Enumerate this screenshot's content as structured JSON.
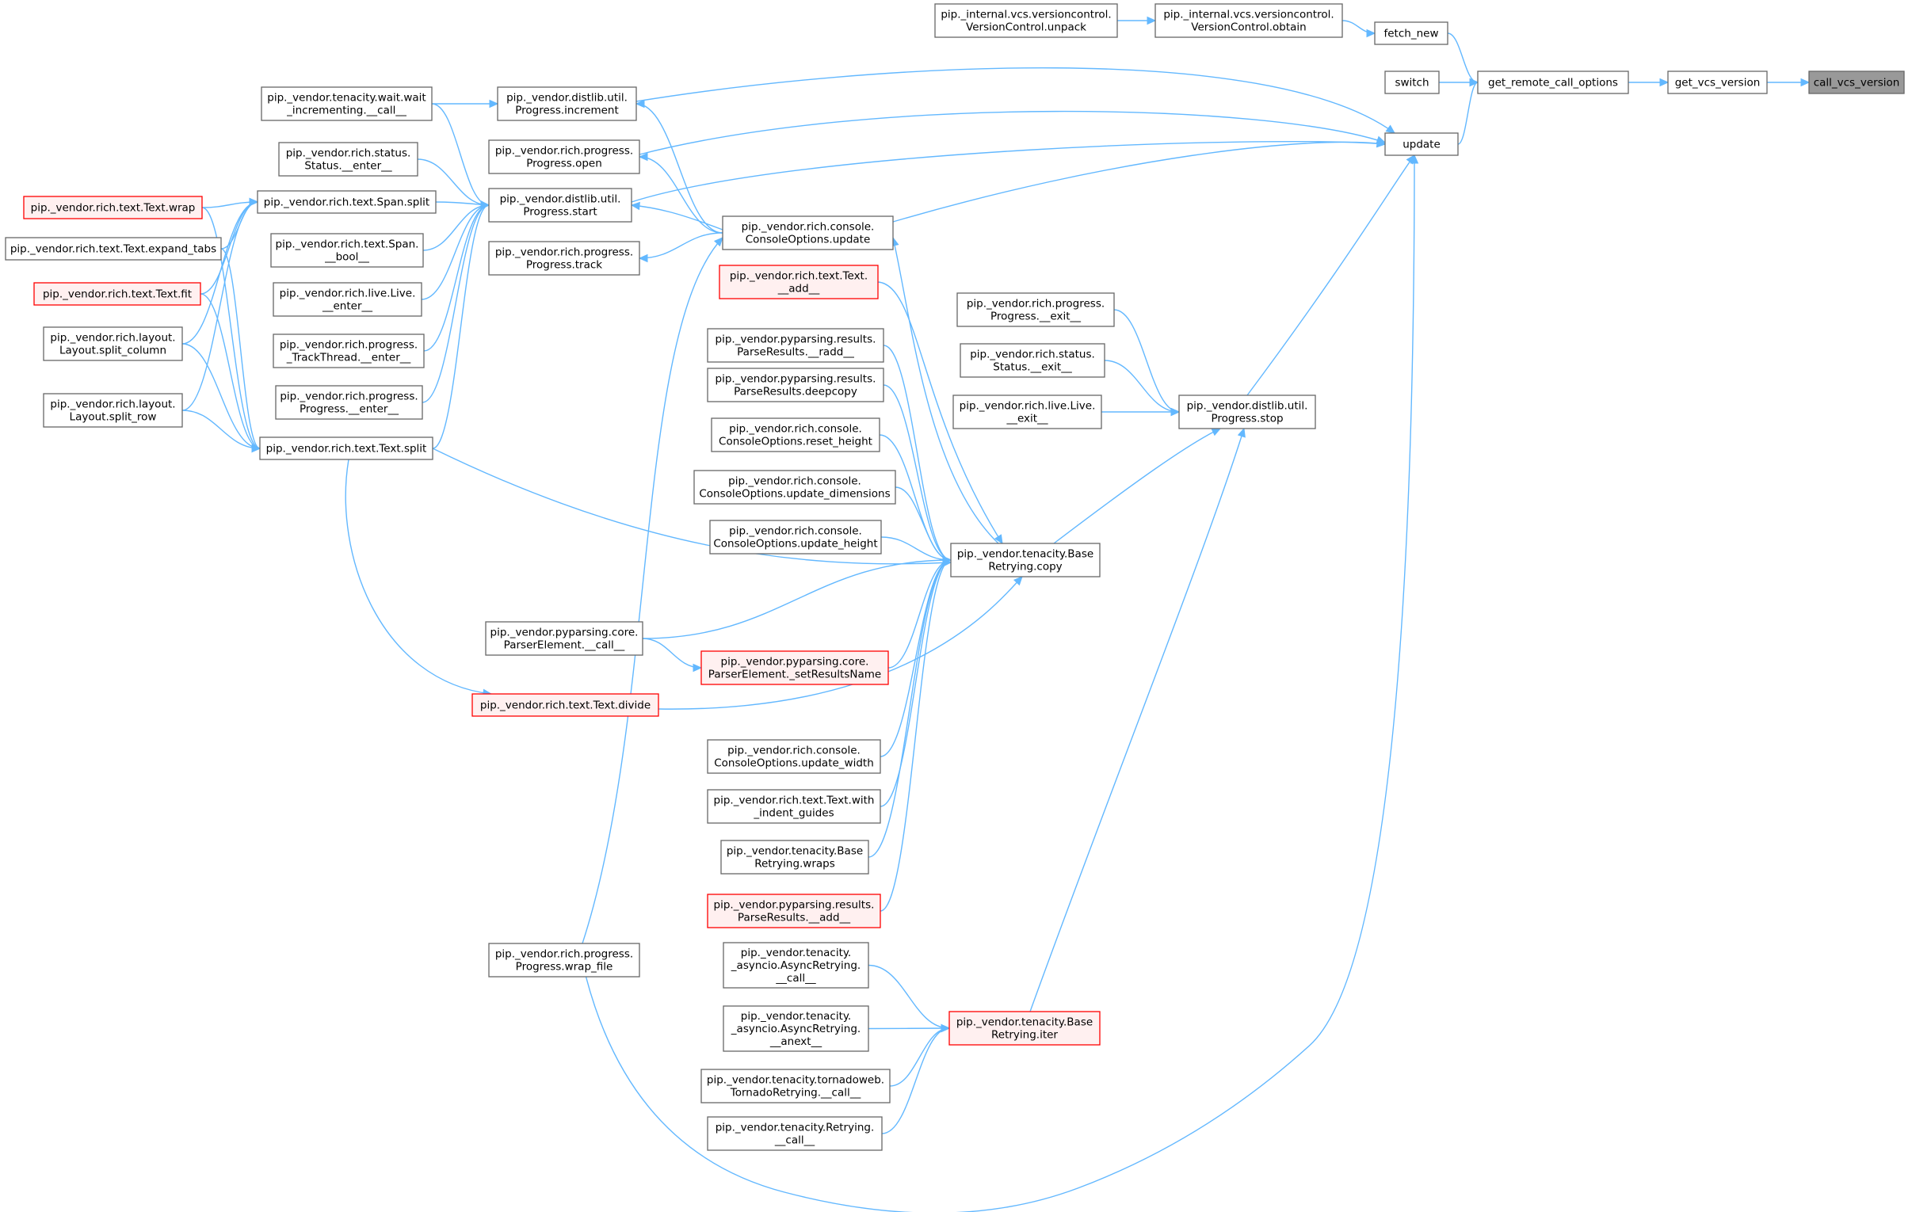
{
  "graph": {
    "colors": {
      "node_fill": "#ffffff",
      "node_border": "#666666",
      "truncated_fill": "#fff0f0",
      "truncated_border": "#ff0000",
      "root_fill": "#999999",
      "root_border": "#666666",
      "edge": "#63b8ff"
    },
    "nodes": [
      {
        "id": "call_vcs_version",
        "lines": [
          "call_vcs_version"
        ],
        "style": "root"
      },
      {
        "id": "get_vcs_version",
        "lines": [
          "get_vcs_version"
        ]
      },
      {
        "id": "get_remote_call_options",
        "lines": [
          "get_remote_call_options"
        ]
      },
      {
        "id": "fetch_new",
        "lines": [
          "fetch_new"
        ]
      },
      {
        "id": "switch",
        "lines": [
          "switch"
        ]
      },
      {
        "id": "update",
        "lines": [
          "update"
        ]
      },
      {
        "id": "vc_obtain",
        "lines": [
          "pip._internal.vcs.versioncontrol.",
          "VersionControl.obtain"
        ]
      },
      {
        "id": "vc_unpack",
        "lines": [
          "pip._internal.vcs.versioncontrol.",
          "VersionControl.unpack"
        ]
      },
      {
        "id": "dl_increment",
        "lines": [
          "pip._vendor.distlib.util.",
          "Progress.increment"
        ]
      },
      {
        "id": "ten_wait",
        "lines": [
          "pip._vendor.tenacity.wait.wait",
          "_incrementing.__call__"
        ]
      },
      {
        "id": "rp_open",
        "lines": [
          "pip._vendor.rich.progress.",
          "Progress.open"
        ]
      },
      {
        "id": "rs_enter",
        "lines": [
          "pip._vendor.rich.status.",
          "Status.__enter__"
        ]
      },
      {
        "id": "dl_start",
        "lines": [
          "pip._vendor.distlib.util.",
          "Progress.start"
        ]
      },
      {
        "id": "span_split",
        "lines": [
          "pip._vendor.rich.text.Span.split"
        ]
      },
      {
        "id": "text_wrap",
        "lines": [
          "pip._vendor.rich.text.Text.wrap"
        ],
        "style": "truncated"
      },
      {
        "id": "expand_tabs",
        "lines": [
          "pip._vendor.rich.text.Text.expand_tabs"
        ]
      },
      {
        "id": "text_fit",
        "lines": [
          "pip._vendor.rich.text.Text.fit"
        ],
        "style": "truncated"
      },
      {
        "id": "span_bool",
        "lines": [
          "pip._vendor.rich.text.Span.",
          "__bool__"
        ]
      },
      {
        "id": "rp_track",
        "lines": [
          "pip._vendor.rich.progress.",
          "Progress.track"
        ]
      },
      {
        "id": "cons_update",
        "lines": [
          "pip._vendor.rich.console.",
          "ConsoleOptions.update"
        ]
      },
      {
        "id": "text_add",
        "lines": [
          "pip._vendor.rich.text.Text.",
          "__add__"
        ],
        "style": "truncated"
      },
      {
        "id": "live_enter",
        "lines": [
          "pip._vendor.rich.live.Live.",
          "__enter__"
        ]
      },
      {
        "id": "split_column",
        "lines": [
          "pip._vendor.rich.layout.",
          "Layout.split_column"
        ]
      },
      {
        "id": "track_enter",
        "lines": [
          "pip._vendor.rich.progress.",
          "_TrackThread.__enter__"
        ]
      },
      {
        "id": "pr_radd",
        "lines": [
          "pip._vendor.pyparsing.results.",
          "ParseResults.__radd__"
        ]
      },
      {
        "id": "rp_exit",
        "lines": [
          "pip._vendor.rich.progress.",
          "Progress.__exit__"
        ]
      },
      {
        "id": "rs_exit",
        "lines": [
          "pip._vendor.rich.status.",
          "Status.__exit__"
        ]
      },
      {
        "id": "pr_deepcopy",
        "lines": [
          "pip._vendor.pyparsing.results.",
          "ParseResults.deepcopy"
        ]
      },
      {
        "id": "rp_enter",
        "lines": [
          "pip._vendor.rich.progress.",
          "Progress.__enter__"
        ]
      },
      {
        "id": "live_exit",
        "lines": [
          "pip._vendor.rich.live.Live.",
          "__exit__"
        ]
      },
      {
        "id": "dl_stop",
        "lines": [
          "pip._vendor.distlib.util.",
          "Progress.stop"
        ]
      },
      {
        "id": "split_row",
        "lines": [
          "pip._vendor.rich.layout.",
          "Layout.split_row"
        ]
      },
      {
        "id": "reset_height",
        "lines": [
          "pip._vendor.rich.console.",
          "ConsoleOptions.reset_height"
        ]
      },
      {
        "id": "text_split",
        "lines": [
          "pip._vendor.rich.text.Text.split"
        ]
      },
      {
        "id": "upd_dims",
        "lines": [
          "pip._vendor.rich.console.",
          "ConsoleOptions.update_dimensions"
        ]
      },
      {
        "id": "upd_height",
        "lines": [
          "pip._vendor.rich.console.",
          "ConsoleOptions.update_height"
        ]
      },
      {
        "id": "br_copy",
        "lines": [
          "pip._vendor.tenacity.Base",
          "Retrying.copy"
        ]
      },
      {
        "id": "pe_call",
        "lines": [
          "pip._vendor.pyparsing.core.",
          "ParserElement.__call__"
        ]
      },
      {
        "id": "pe_setres",
        "lines": [
          "pip._vendor.pyparsing.core.",
          "ParserElement._setResultsName"
        ],
        "style": "truncated"
      },
      {
        "id": "text_divide",
        "lines": [
          "pip._vendor.rich.text.Text.divide"
        ],
        "style": "truncated"
      },
      {
        "id": "upd_width",
        "lines": [
          "pip._vendor.rich.console.",
          "ConsoleOptions.update_width"
        ]
      },
      {
        "id": "indent_guides",
        "lines": [
          "pip._vendor.rich.text.Text.with",
          "_indent_guides"
        ]
      },
      {
        "id": "br_wraps",
        "lines": [
          "pip._vendor.tenacity.Base",
          "Retrying.wraps"
        ]
      },
      {
        "id": "pr_add",
        "lines": [
          "pip._vendor.pyparsing.results.",
          "ParseResults.__add__"
        ],
        "style": "truncated"
      },
      {
        "id": "wrap_file",
        "lines": [
          "pip._vendor.rich.progress.",
          "Progress.wrap_file"
        ]
      },
      {
        "id": "async_call",
        "lines": [
          "pip._vendor.tenacity.",
          "_asyncio.AsyncRetrying.",
          "__call__"
        ]
      },
      {
        "id": "async_anext",
        "lines": [
          "pip._vendor.tenacity.",
          "_asyncio.AsyncRetrying.",
          "__anext__"
        ]
      },
      {
        "id": "br_iter",
        "lines": [
          "pip._vendor.tenacity.Base",
          "Retrying.iter"
        ],
        "style": "truncated"
      },
      {
        "id": "tornado_call",
        "lines": [
          "pip._vendor.tenacity.tornadoweb.",
          "TornadoRetrying.__call__"
        ]
      },
      {
        "id": "retrying_call",
        "lines": [
          "pip._vendor.tenacity.Retrying.",
          "__call__"
        ]
      }
    ],
    "edges": [
      {
        "from": "get_vcs_version",
        "to": "call_vcs_version"
      },
      {
        "from": "get_remote_call_options",
        "to": "get_vcs_version"
      },
      {
        "from": "fetch_new",
        "to": "get_remote_call_options"
      },
      {
        "from": "switch",
        "to": "get_remote_call_options"
      },
      {
        "from": "update",
        "to": "get_remote_call_options"
      },
      {
        "from": "vc_obtain",
        "to": "fetch_new"
      },
      {
        "from": "vc_unpack",
        "to": "vc_obtain"
      },
      {
        "from": "dl_increment",
        "to": "update"
      },
      {
        "from": "rp_open",
        "to": "update"
      },
      {
        "from": "dl_start",
        "to": "update"
      },
      {
        "from": "dl_stop",
        "to": "update"
      },
      {
        "from": "wrap_file",
        "to": "update"
      },
      {
        "from": "cons_update",
        "to": "update"
      },
      {
        "from": "ten_wait",
        "to": "dl_increment"
      },
      {
        "from": "cons_update",
        "to": "dl_increment"
      },
      {
        "from": "ten_wait",
        "to": "dl_start"
      },
      {
        "from": "rs_enter",
        "to": "dl_start"
      },
      {
        "from": "span_split",
        "to": "dl_start"
      },
      {
        "from": "span_bool",
        "to": "dl_start"
      },
      {
        "from": "live_enter",
        "to": "dl_start"
      },
      {
        "from": "track_enter",
        "to": "dl_start"
      },
      {
        "from": "rp_enter",
        "to": "dl_start"
      },
      {
        "from": "text_split",
        "to": "dl_start"
      },
      {
        "from": "cons_update",
        "to": "dl_start"
      },
      {
        "from": "text_wrap",
        "to": "span_split"
      },
      {
        "from": "expand_tabs",
        "to": "span_split"
      },
      {
        "from": "text_fit",
        "to": "span_split"
      },
      {
        "from": "split_column",
        "to": "span_split"
      },
      {
        "from": "split_row",
        "to": "span_split"
      },
      {
        "from": "text_wrap",
        "to": "text_split"
      },
      {
        "from": "expand_tabs",
        "to": "text_split"
      },
      {
        "from": "text_fit",
        "to": "text_split"
      },
      {
        "from": "split_column",
        "to": "text_split"
      },
      {
        "from": "split_row",
        "to": "text_split"
      },
      {
        "from": "cons_update",
        "to": "rp_open"
      },
      {
        "from": "cons_update",
        "to": "rp_track"
      },
      {
        "from": "wrap_file",
        "to": "cons_update"
      },
      {
        "from": "br_copy",
        "to": "cons_update"
      },
      {
        "from": "text_add",
        "to": "br_copy"
      },
      {
        "from": "pr_radd",
        "to": "br_copy"
      },
      {
        "from": "pr_deepcopy",
        "to": "br_copy"
      },
      {
        "from": "reset_height",
        "to": "br_copy"
      },
      {
        "from": "upd_dims",
        "to": "br_copy"
      },
      {
        "from": "upd_height",
        "to": "br_copy"
      },
      {
        "from": "text_split",
        "to": "br_copy"
      },
      {
        "from": "pe_call",
        "to": "br_copy"
      },
      {
        "from": "pe_setres",
        "to": "br_copy"
      },
      {
        "from": "text_divide",
        "to": "br_copy"
      },
      {
        "from": "upd_width",
        "to": "br_copy"
      },
      {
        "from": "indent_guides",
        "to": "br_copy"
      },
      {
        "from": "br_wraps",
        "to": "br_copy"
      },
      {
        "from": "pr_add",
        "to": "br_copy"
      },
      {
        "from": "pe_call",
        "to": "pe_setres"
      },
      {
        "from": "text_split",
        "to": "text_divide"
      },
      {
        "from": "br_copy",
        "to": "dl_stop"
      },
      {
        "from": "rp_exit",
        "to": "dl_stop"
      },
      {
        "from": "rs_exit",
        "to": "dl_stop"
      },
      {
        "from": "live_exit",
        "to": "dl_stop"
      },
      {
        "from": "br_iter",
        "to": "dl_stop"
      },
      {
        "from": "async_call",
        "to": "br_iter"
      },
      {
        "from": "async_anext",
        "to": "br_iter"
      },
      {
        "from": "tornado_call",
        "to": "br_iter"
      },
      {
        "from": "retrying_call",
        "to": "br_iter"
      }
    ]
  }
}
